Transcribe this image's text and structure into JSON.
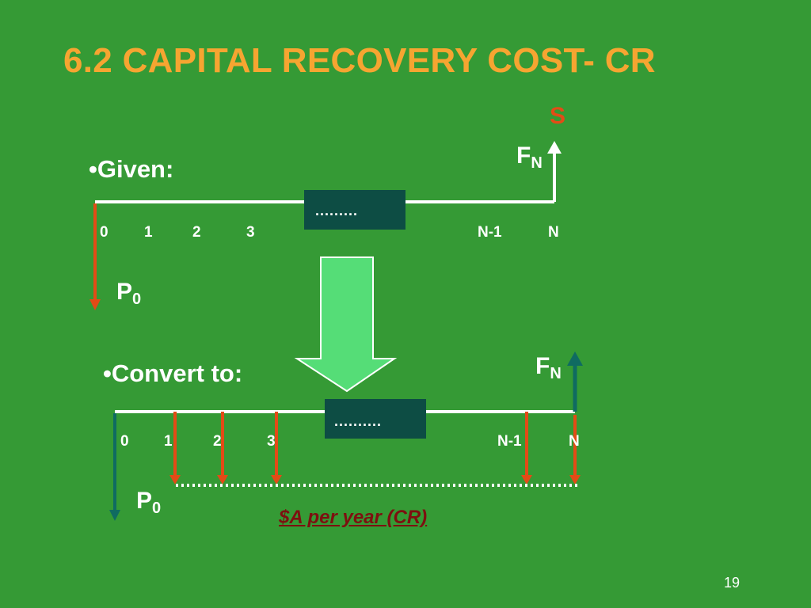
{
  "slide": {
    "title": "6.2 CAPITAL RECOVERY COST- CR",
    "page_number": "19"
  },
  "given_diagram": {
    "bullet": "•Given:",
    "salvage_label": "S",
    "future_label": "F",
    "future_sub": "N",
    "present_label": "P",
    "present_sub": "0",
    "dots": ".........",
    "ticks": [
      "0",
      "1",
      "2",
      "3",
      "N-1",
      "N"
    ]
  },
  "convert_diagram": {
    "bullet": "•Convert to:",
    "future_label": "F",
    "future_sub": "N",
    "present_label": "P",
    "present_sub": "0",
    "dots": "..........",
    "ticks": [
      "0",
      "1",
      "2",
      "3",
      "N-1",
      "N"
    ],
    "annuity_caption": "$A per year (CR)"
  },
  "colors": {
    "background": "#359a35",
    "title": "#f6a531",
    "outflow_arrow": "#e34b16",
    "inflow_arrow": "#0f6b61",
    "box": "#0d4d44",
    "big_arrow": "#55dd77",
    "caption": "#7d1010"
  }
}
